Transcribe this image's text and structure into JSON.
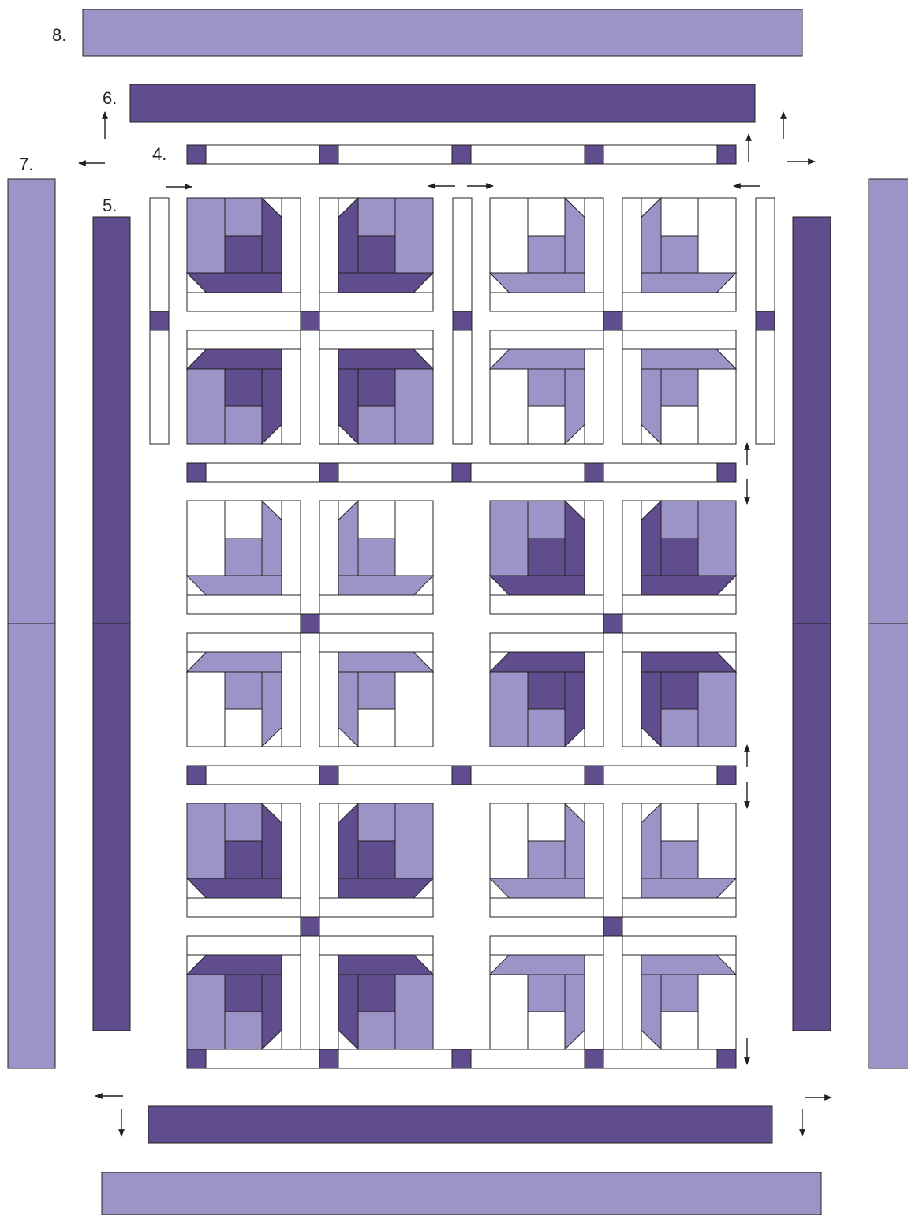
{
  "diagram": {
    "step_labels": {
      "step8": "8.",
      "step6": "6.",
      "step7": "7.",
      "step4": "4.",
      "step5": "5."
    },
    "colors": {
      "light_purple": "#9c94c7",
      "dark_purple": "#5f4d8d",
      "white": "#ffffff",
      "outline": "#231f20"
    },
    "block_rows": [
      [
        "dark",
        "light"
      ],
      [
        "light",
        "dark"
      ],
      [
        "dark",
        "light"
      ]
    ]
  }
}
